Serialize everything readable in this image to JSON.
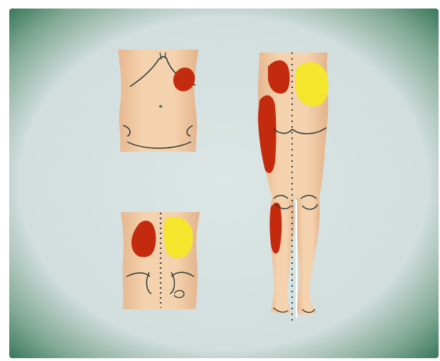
{
  "colors": {
    "background": "#d3dfdf",
    "vignette": "#3f7e63",
    "skin": "#f2cfa9",
    "skin_shadow": "#e3b48d",
    "pain_red": "#c42a0e",
    "pain_yellow": "#f4e62c",
    "outline": "#2a3a3a"
  },
  "figures": [
    {
      "id": "abdomen-front",
      "regions": [
        {
          "color": "pain_red"
        }
      ]
    },
    {
      "id": "lower-back",
      "regions": [
        {
          "color": "pain_red"
        },
        {
          "color": "pain_yellow"
        }
      ]
    },
    {
      "id": "leg-back",
      "regions": [
        {
          "color": "pain_red"
        },
        {
          "color": "pain_red"
        },
        {
          "color": "pain_red"
        },
        {
          "color": "pain_yellow"
        }
      ]
    }
  ]
}
